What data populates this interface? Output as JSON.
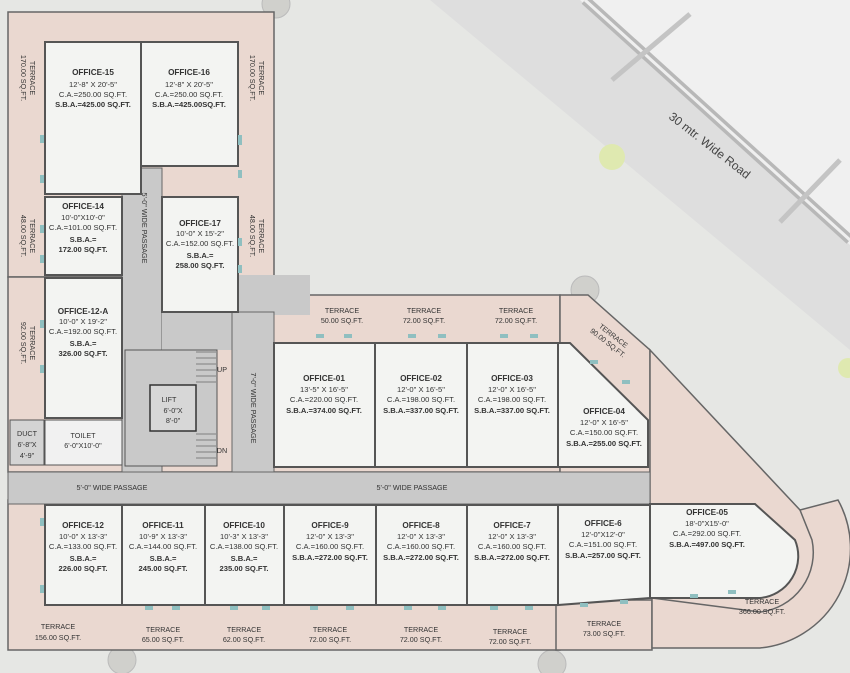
{
  "road_label": "30 mtr. Wide Road",
  "offices": [
    {
      "id": "o15",
      "name": "OFFICE-15",
      "size": "12'-8\" X 20'-5\"",
      "ca": "C.A.=250.00 SQ.FT.",
      "sba": "S.B.A.=425.00 SQ.FT."
    },
    {
      "id": "o16",
      "name": "OFFICE-16",
      "size": "12'-8\" X 20'-5\"",
      "ca": "C.A.=250.00 SQ.FT.",
      "sba": "S.B.A.=425.00SQ.FT."
    },
    {
      "id": "o14",
      "name": "OFFICE-14",
      "size": "10'-0\"X10'-0\"",
      "ca": "C.A.=101.00 SQ.FT.",
      "sba_label": "S.B.A.=",
      "sba_value": "172.00 SQ.FT."
    },
    {
      "id": "o17",
      "name": "OFFICE-17",
      "size": "10'-0\" X 15'-2\"",
      "ca": "C.A.=152.00 SQ.FT.",
      "sba_label": "S.B.A.=",
      "sba_value": "258.00 SQ.FT."
    },
    {
      "id": "o12a",
      "name": "OFFICE-12-A",
      "size": "10'-0\" X 19'-2\"",
      "ca": "C.A.=192.00 SQ.FT.",
      "sba_label": "S.B.A.=",
      "sba_value": "326.00 SQ.FT."
    },
    {
      "id": "o01",
      "name": "OFFICE-01",
      "size": "13'-5\" X 16'-5\"",
      "ca": "C.A.=220.00 SQ.FT.",
      "sba": "S.B.A.=374.00 SQ.FT."
    },
    {
      "id": "o02",
      "name": "OFFICE-02",
      "size": "12'-0\" X 16'-5\"",
      "ca": "C.A.=198.00 SQ.FT.",
      "sba": "S.B.A.=337.00 SQ.FT."
    },
    {
      "id": "o03",
      "name": "OFFICE-03",
      "size": "12'-0\" X 16'-5\"",
      "ca": "C.A.=198.00 SQ.FT.",
      "sba": "S.B.A.=337.00 SQ.FT."
    },
    {
      "id": "o04",
      "name": "OFFICE-04",
      "size": "12'-0\" X 16'-5\"",
      "ca": "C.A.=150.00 SQ.FT.",
      "sba": "S.B.A.=255.00 SQ.FT."
    },
    {
      "id": "o05",
      "name": "OFFICE-05",
      "size": "18'-0\"X15'-0\"",
      "ca": "C.A.=292.00 SQ.FT.",
      "sba": "S.B.A.=497.00 SQ.FT."
    },
    {
      "id": "o12",
      "name": "OFFICE-12",
      "size": "10'-0\" X 13'-3\"",
      "ca": "C.A.=133.00 SQ.FT.",
      "sba_label": "S.B.A.=",
      "sba_value": "226.00 SQ.FT."
    },
    {
      "id": "o11",
      "name": "OFFICE-11",
      "size": "10'-9\" X 13'-3\"",
      "ca": "C.A.=144.00 SQ.FT.",
      "sba_label": "S.B.A.=",
      "sba_value": "245.00 SQ.FT."
    },
    {
      "id": "o10",
      "name": "OFFICE-10",
      "size": "10'-3\" X 13'-3\"",
      "ca": "C.A.=138.00 SQ.FT.",
      "sba_label": "S.B.A.=",
      "sba_value": "235.00 SQ.FT."
    },
    {
      "id": "o09",
      "name": "OFFICE-9",
      "size": "12'-0\" X 13'-3\"",
      "ca": "C.A.=160.00 SQ.FT.",
      "sba": "S.B.A.=272.00 SQ.FT."
    },
    {
      "id": "o08",
      "name": "OFFICE-8",
      "size": "12'-0\" X 13'-3\"",
      "ca": "C.A.=160.00 SQ.FT.",
      "sba": "S.B.A.=272.00 SQ.FT."
    },
    {
      "id": "o07",
      "name": "OFFICE-7",
      "size": "12'-0\" X 13'-3\"",
      "ca": "C.A.=160.00 SQ.FT.",
      "sba": "S.B.A.=272.00 SQ.FT."
    },
    {
      "id": "o06",
      "name": "OFFICE-6",
      "size": "12'-0\"X12'-0\"",
      "ca": "C.A.=151.00 SQ.FT.",
      "sba": "S.B.A.=257.00 SQ.FT."
    }
  ],
  "terraces": [
    {
      "id": "t_left_top",
      "label": "TERRACE",
      "area": "170.00 SQ.FT."
    },
    {
      "id": "t_right_top",
      "label": "TERRACE",
      "area": "170.00 SQ.FT."
    },
    {
      "id": "t_left_14",
      "label": "TERRACE",
      "area": "48.00 SQ.FT."
    },
    {
      "id": "t_right_17",
      "label": "TERRACE",
      "area": "48.00 SQ.FT."
    },
    {
      "id": "t_left_12a",
      "label": "TERRACE",
      "area": "92.00 SQ.FT."
    },
    {
      "id": "t_top_01",
      "label": "TERRACE",
      "area": "50.00 SQ.FT."
    },
    {
      "id": "t_top_02",
      "label": "TERRACE",
      "area": "72.00 SQ.FT."
    },
    {
      "id": "t_top_03",
      "label": "TERRACE",
      "area": "72.00 SQ.FT."
    },
    {
      "id": "t_top_04",
      "label": "TERRACE",
      "area": "90.00 SQ.FT."
    },
    {
      "id": "t_bot_12",
      "label": "TERRACE",
      "area": "156.00 SQ.FT."
    },
    {
      "id": "t_bot_11",
      "label": "TERRACE",
      "area": "65.00 SQ.FT."
    },
    {
      "id": "t_bot_10",
      "label": "TERRACE",
      "area": "62.00 SQ.FT."
    },
    {
      "id": "t_bot_09",
      "label": "TERRACE",
      "area": "72.00 SQ.FT."
    },
    {
      "id": "t_bot_08",
      "label": "TERRACE",
      "area": "72.00 SQ.FT."
    },
    {
      "id": "t_bot_07",
      "label": "TERRACE",
      "area": "72.00 SQ.FT."
    },
    {
      "id": "t_bot_06",
      "label": "TERRACE",
      "area": "73.00 SQ.FT."
    },
    {
      "id": "t_bot_05",
      "label": "TERRACE",
      "area": "366.00 SQ.FT."
    }
  ],
  "passages": {
    "vertical_top": "5'-0\" WIDE PASSAGE",
    "vertical_mid": "7'-0\" WIDE PASSAGE",
    "horizontal_left": "5'-0\" WIDE PASSAGE",
    "horizontal_right": "5'-0\" WIDE PASSAGE"
  },
  "core": {
    "lift": "LIFT",
    "lift_dim1": "6'-0\"X",
    "lift_dim2": "8'-0\"",
    "stair_up": "UP",
    "stair_dn": "DN",
    "toilet": "TOILET",
    "toilet_dim": "6'-0\"X10'-0\"",
    "duct": "DUCT",
    "duct_dim1": "6'-8\"X",
    "duct_dim2": "4'-9\""
  },
  "colors": {
    "office": "#f3f4f2",
    "terrace": "#ead8d0",
    "passage": "#c9c9c9",
    "wall": "#555555",
    "site": "#e6e7e4",
    "road": "#dcdcdc",
    "tree": "#dfe9b0",
    "window": "#8fbfc0"
  }
}
